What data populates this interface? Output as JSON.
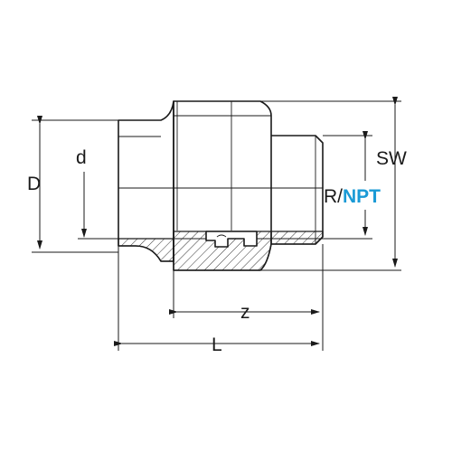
{
  "drawing": {
    "dimensions": {
      "D": "D",
      "d": "d",
      "SW": "SW",
      "z": "z",
      "L": "L"
    },
    "thread": {
      "prefix": "R/",
      "standard": "NPT"
    },
    "colors": {
      "line": "#1a1a1a",
      "npt_accent": "#1a9ad6"
    }
  }
}
